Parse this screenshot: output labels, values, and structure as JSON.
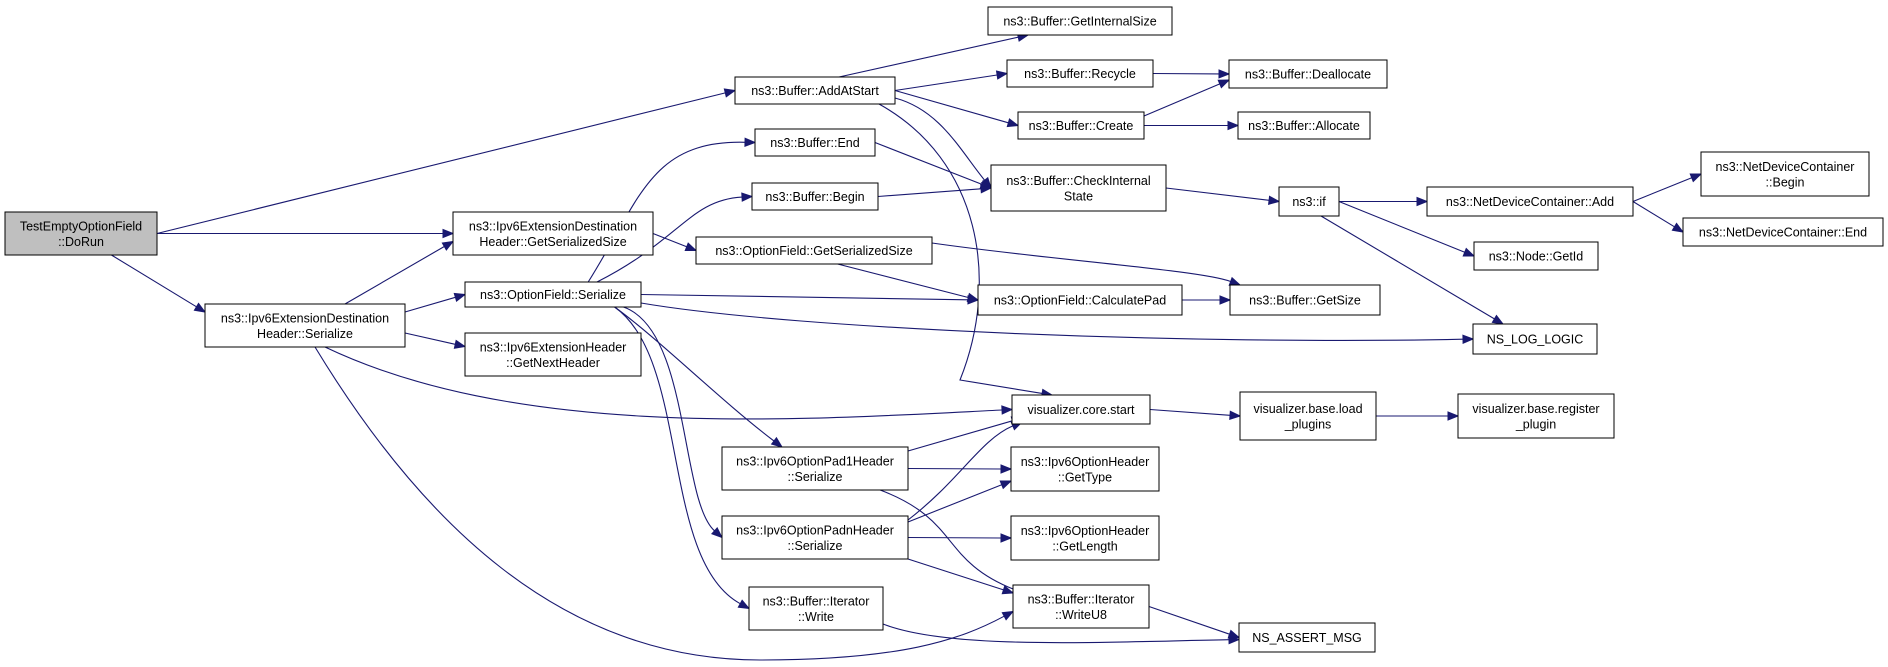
{
  "graph": {
    "colors": {
      "edge": "#191970",
      "node_fill": "#ffffff",
      "root_fill": "#bfbfbf",
      "border": "#000000"
    },
    "nodes": [
      {
        "id": "root",
        "lines": [
          "TestEmptyOptionField",
          "::DoRun"
        ],
        "root": true
      },
      {
        "id": "ipv6ExtDestSer",
        "lines": [
          "ns3::Ipv6ExtensionDestination",
          "Header::Serialize"
        ]
      },
      {
        "id": "ipv6ExtDestGetSize",
        "lines": [
          "ns3::Ipv6ExtensionDestination",
          "Header::GetSerializedSize"
        ]
      },
      {
        "id": "addAtStart",
        "lines": [
          "ns3::Buffer::AddAtStart"
        ]
      },
      {
        "id": "optFieldSer",
        "lines": [
          "ns3::OptionField::Serialize"
        ]
      },
      {
        "id": "ipv6ExtHdrNext",
        "lines": [
          "ns3::Ipv6ExtensionHeader",
          "::GetNextHeader"
        ]
      },
      {
        "id": "bufEnd",
        "lines": [
          "ns3::Buffer::End"
        ]
      },
      {
        "id": "bufBegin",
        "lines": [
          "ns3::Buffer::Begin"
        ]
      },
      {
        "id": "optFieldGetSize",
        "lines": [
          "ns3::OptionField::GetSerializedSize"
        ]
      },
      {
        "id": "pad1Ser",
        "lines": [
          "ns3::Ipv6OptionPad1Header",
          "::Serialize"
        ]
      },
      {
        "id": "padnSer",
        "lines": [
          "ns3::Ipv6OptionPadnHeader",
          "::Serialize"
        ]
      },
      {
        "id": "iterWrite",
        "lines": [
          "ns3::Buffer::Iterator",
          "::Write"
        ]
      },
      {
        "id": "getInternalSize",
        "lines": [
          "ns3::Buffer::GetInternalSize"
        ]
      },
      {
        "id": "recycle",
        "lines": [
          "ns3::Buffer::Recycle"
        ]
      },
      {
        "id": "create",
        "lines": [
          "ns3::Buffer::Create"
        ]
      },
      {
        "id": "checkInternal",
        "lines": [
          "ns3::Buffer::CheckInternal",
          "State"
        ]
      },
      {
        "id": "calcPad",
        "lines": [
          "ns3::OptionField::CalculatePad"
        ]
      },
      {
        "id": "vizStart",
        "lines": [
          "visualizer.core.start"
        ]
      },
      {
        "id": "optHdrType",
        "lines": [
          "ns3::Ipv6OptionHeader",
          "::GetType"
        ]
      },
      {
        "id": "optHdrLen",
        "lines": [
          "ns3::Ipv6OptionHeader",
          "::GetLength"
        ]
      },
      {
        "id": "writeU8",
        "lines": [
          "ns3::Buffer::Iterator",
          "::WriteU8"
        ]
      },
      {
        "id": "dealloc",
        "lines": [
          "ns3::Buffer::Deallocate"
        ]
      },
      {
        "id": "alloc",
        "lines": [
          "ns3::Buffer::Allocate"
        ]
      },
      {
        "id": "nsif",
        "lines": [
          "ns3::if"
        ]
      },
      {
        "id": "getSize",
        "lines": [
          "ns3::Buffer::GetSize"
        ]
      },
      {
        "id": "loadPlugins",
        "lines": [
          "visualizer.base.load",
          "_plugins"
        ]
      },
      {
        "id": "assertMsg",
        "lines": [
          "NS_ASSERT_MSG"
        ]
      },
      {
        "id": "ndcAdd",
        "lines": [
          "ns3::NetDeviceContainer::Add"
        ]
      },
      {
        "id": "nodeGetId",
        "lines": [
          "ns3::Node::GetId"
        ]
      },
      {
        "id": "logLogic",
        "lines": [
          "NS_LOG_LOGIC"
        ]
      },
      {
        "id": "regPlugin",
        "lines": [
          "visualizer.base.register",
          "_plugin"
        ]
      },
      {
        "id": "ndcBegin",
        "lines": [
          "ns3::NetDeviceContainer",
          "::Begin"
        ]
      },
      {
        "id": "ndcEnd",
        "lines": [
          "ns3::NetDeviceContainer::End"
        ]
      }
    ],
    "edges": [
      [
        "root",
        "addAtStart"
      ],
      [
        "root",
        "ipv6ExtDestGetSize"
      ],
      [
        "root",
        "ipv6ExtDestSer"
      ],
      [
        "ipv6ExtDestSer",
        "ipv6ExtDestGetSize"
      ],
      [
        "ipv6ExtDestSer",
        "optFieldSer"
      ],
      [
        "ipv6ExtDestSer",
        "ipv6ExtHdrNext"
      ],
      [
        "ipv6ExtDestSer",
        "vizStart"
      ],
      [
        "ipv6ExtDestSer",
        "writeU8"
      ],
      [
        "ipv6ExtDestGetSize",
        "optFieldGetSize"
      ],
      [
        "addAtStart",
        "getInternalSize"
      ],
      [
        "addAtStart",
        "recycle"
      ],
      [
        "addAtStart",
        "create"
      ],
      [
        "addAtStart",
        "checkInternal"
      ],
      [
        "addAtStart",
        "vizStart"
      ],
      [
        "optFieldSer",
        "bufEnd"
      ],
      [
        "optFieldSer",
        "bufBegin"
      ],
      [
        "optFieldSer",
        "calcPad"
      ],
      [
        "optFieldSer",
        "logLogic"
      ],
      [
        "optFieldSer",
        "pad1Ser"
      ],
      [
        "optFieldSer",
        "padnSer"
      ],
      [
        "optFieldSer",
        "iterWrite"
      ],
      [
        "bufEnd",
        "checkInternal"
      ],
      [
        "bufBegin",
        "checkInternal"
      ],
      [
        "optFieldGetSize",
        "calcPad"
      ],
      [
        "optFieldGetSize",
        "getSize"
      ],
      [
        "recycle",
        "dealloc"
      ],
      [
        "create",
        "dealloc"
      ],
      [
        "create",
        "alloc"
      ],
      [
        "checkInternal",
        "nsif"
      ],
      [
        "calcPad",
        "getSize"
      ],
      [
        "vizStart",
        "loadPlugins"
      ],
      [
        "pad1Ser",
        "vizStart"
      ],
      [
        "pad1Ser",
        "optHdrType"
      ],
      [
        "pad1Ser",
        "writeU8"
      ],
      [
        "padnSer",
        "vizStart"
      ],
      [
        "padnSer",
        "optHdrType"
      ],
      [
        "padnSer",
        "optHdrLen"
      ],
      [
        "padnSer",
        "writeU8"
      ],
      [
        "iterWrite",
        "assertMsg"
      ],
      [
        "writeU8",
        "assertMsg"
      ],
      [
        "loadPlugins",
        "regPlugin"
      ],
      [
        "nsif",
        "ndcAdd"
      ],
      [
        "nsif",
        "nodeGetId"
      ],
      [
        "nsif",
        "logLogic"
      ],
      [
        "ndcAdd",
        "ndcBegin"
      ],
      [
        "ndcAdd",
        "ndcEnd"
      ]
    ]
  }
}
